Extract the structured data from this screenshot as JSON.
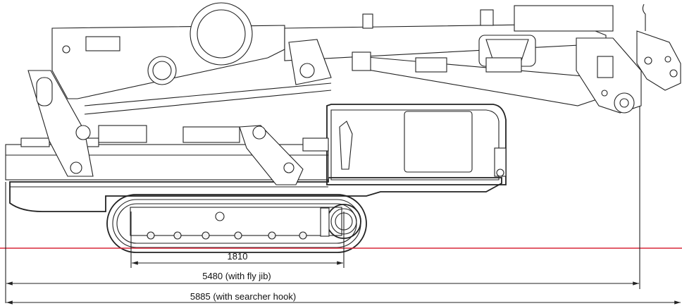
{
  "dimensions": {
    "track_length": "1810",
    "fly_jib_length": "5480 (with fly jib)",
    "searcher_hook_length": "5885 (with searcher hook)"
  },
  "colors": {
    "ground_line": "#d8283a",
    "line": "#222222",
    "background": "#ffffff"
  }
}
